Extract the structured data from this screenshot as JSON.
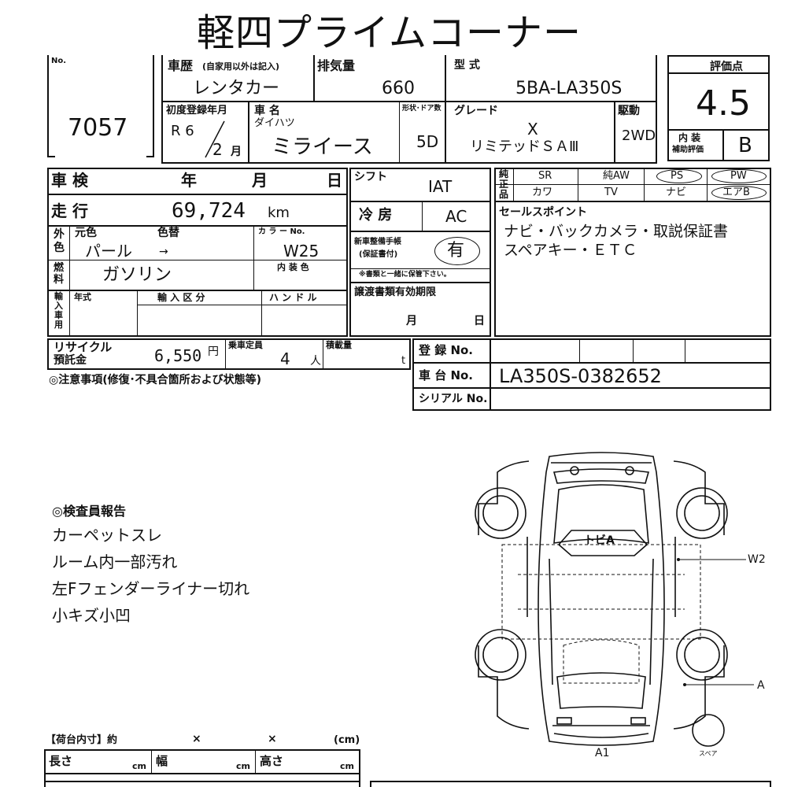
{
  "header": {
    "title": "軽四プライムコーナー"
  },
  "lot": {
    "no_label": "No.",
    "number": "7057"
  },
  "history": {
    "label": "車歴",
    "label_note": "(自家用以外は記入)",
    "value": "レンタカー"
  },
  "displacement": {
    "label": "排気量",
    "value": "660"
  },
  "model": {
    "label": "型 式",
    "value": "5BA-LA350S"
  },
  "score": {
    "label": "評価点",
    "value": "4.5",
    "interior_label_1": "内 装",
    "interior_label_2": "補助評価",
    "interior_value": "B"
  },
  "first_reg": {
    "label": "初度登録年月",
    "era_year": "R 6",
    "month": "2",
    "month_unit": "月"
  },
  "car_name": {
    "label": "車 名",
    "maker": "ダイハツ",
    "value": "ミライース"
  },
  "doors": {
    "label": "形状･ドア数",
    "value": "5D"
  },
  "grade": {
    "label": "グレード",
    "line1": "X",
    "line2": "リミテッドＳＡⅢ"
  },
  "drive": {
    "label": "駆動",
    "value": "2WD"
  },
  "inspection": {
    "label": "車 検",
    "year": "年",
    "month": "月",
    "day": "日"
  },
  "shift": {
    "label": "シフト",
    "value": "IAT"
  },
  "equipment": {
    "label": "純正品",
    "row1": [
      "SR",
      "純AW",
      "PS",
      "PW"
    ],
    "row2": [
      "カワ",
      "TV",
      "ナビ",
      "エアB"
    ]
  },
  "mileage": {
    "label": "走 行",
    "value": "69,724",
    "unit": "km"
  },
  "aircon": {
    "label": "冷 房",
    "value": "AC"
  },
  "sales_points": {
    "label": "セールスポイント",
    "line1": "ナビ・バックカメラ・取説保証書",
    "line2": "スペアキー・ＥＴＣ"
  },
  "color": {
    "section_label": "外色",
    "original_label": "元色",
    "changed_label": "色替",
    "original_value": "パール",
    "arrow": "→",
    "code_label": "カ ラ ー No.",
    "code_value": "W25",
    "interior_label": "内 装 色"
  },
  "warranty": {
    "label1": "新車整備手帳",
    "label2": "(保証書付)",
    "value": "有",
    "note": "※書類と一緒に保管下さい。"
  },
  "fuel": {
    "label": "燃料",
    "value": "ガソリン"
  },
  "imported": {
    "label": "輸入車用",
    "year_label": "年式",
    "import_label": "輸 入 区 分",
    "handle_label": "ハ ン ド ル"
  },
  "transfer": {
    "label": "譲渡書類有効期限",
    "month": "月",
    "day": "日"
  },
  "recycle": {
    "label1": "リサイクル",
    "label2": "預託金",
    "value": "6,550",
    "unit": "円"
  },
  "capacity": {
    "label": "乗車定員",
    "value": "4",
    "unit": "人"
  },
  "load": {
    "label": "積載量",
    "unit": "t"
  },
  "registration": {
    "label": "登 録 No.",
    "chassis_label": "車 台 No.",
    "chassis_value": "LA350S-0382652",
    "serial_label": "シリアル No."
  },
  "notes": {
    "label": "◎注意事項(修復･不具合箇所および状態等)"
  },
  "inspector": {
    "label": "◎検査員報告",
    "items": [
      "カーペットスレ",
      "ルーム内一部汚れ",
      "左Fフェンダーライナー切れ",
      "小キズ小凹"
    ]
  },
  "cargo": {
    "label": "【荷台内寸】約",
    "x1": "×",
    "x2": "×",
    "unit": "(cm)",
    "length": "長さ",
    "width": "幅",
    "height": "高さ",
    "cm": "cm"
  },
  "diagram": {
    "roof_label": "トビA",
    "marker_w2": "W2",
    "marker_a": "A",
    "marker_a1": "A1",
    "spare_label": "スペア"
  }
}
